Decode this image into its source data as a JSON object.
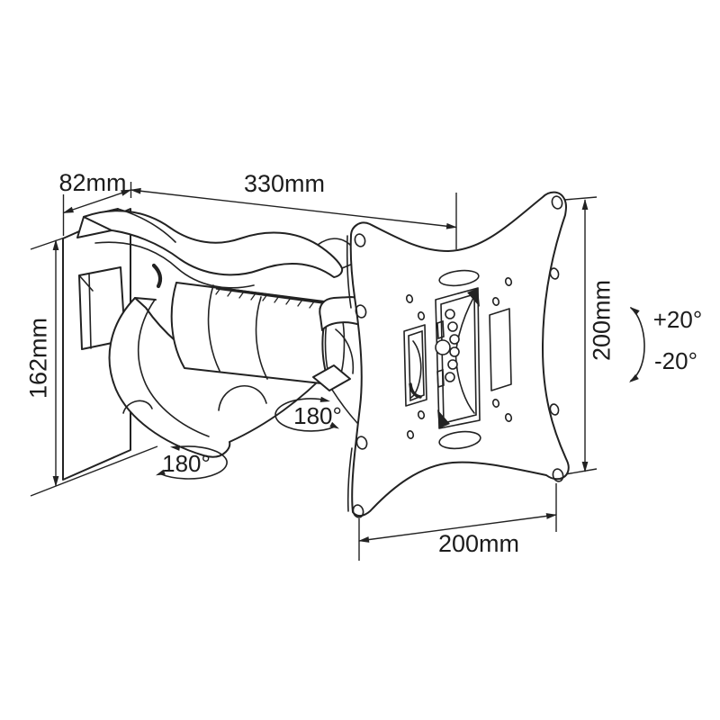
{
  "colors": {
    "background": "#ffffff",
    "line": "#222222"
  },
  "drawing": {
    "subject": "articulating TV wall mount bracket, isometric technical drawing"
  },
  "dimensions": {
    "wall_plate_depth": "82mm",
    "arm_reach": "330mm",
    "wall_plate_height": "162mm",
    "vesa_plate_height": "200mm",
    "vesa_plate_width": "200mm"
  },
  "angles": {
    "tilt_up": "+20°",
    "tilt_down": "-20°",
    "arm_swivel": "180°",
    "base_swivel": "180°"
  }
}
